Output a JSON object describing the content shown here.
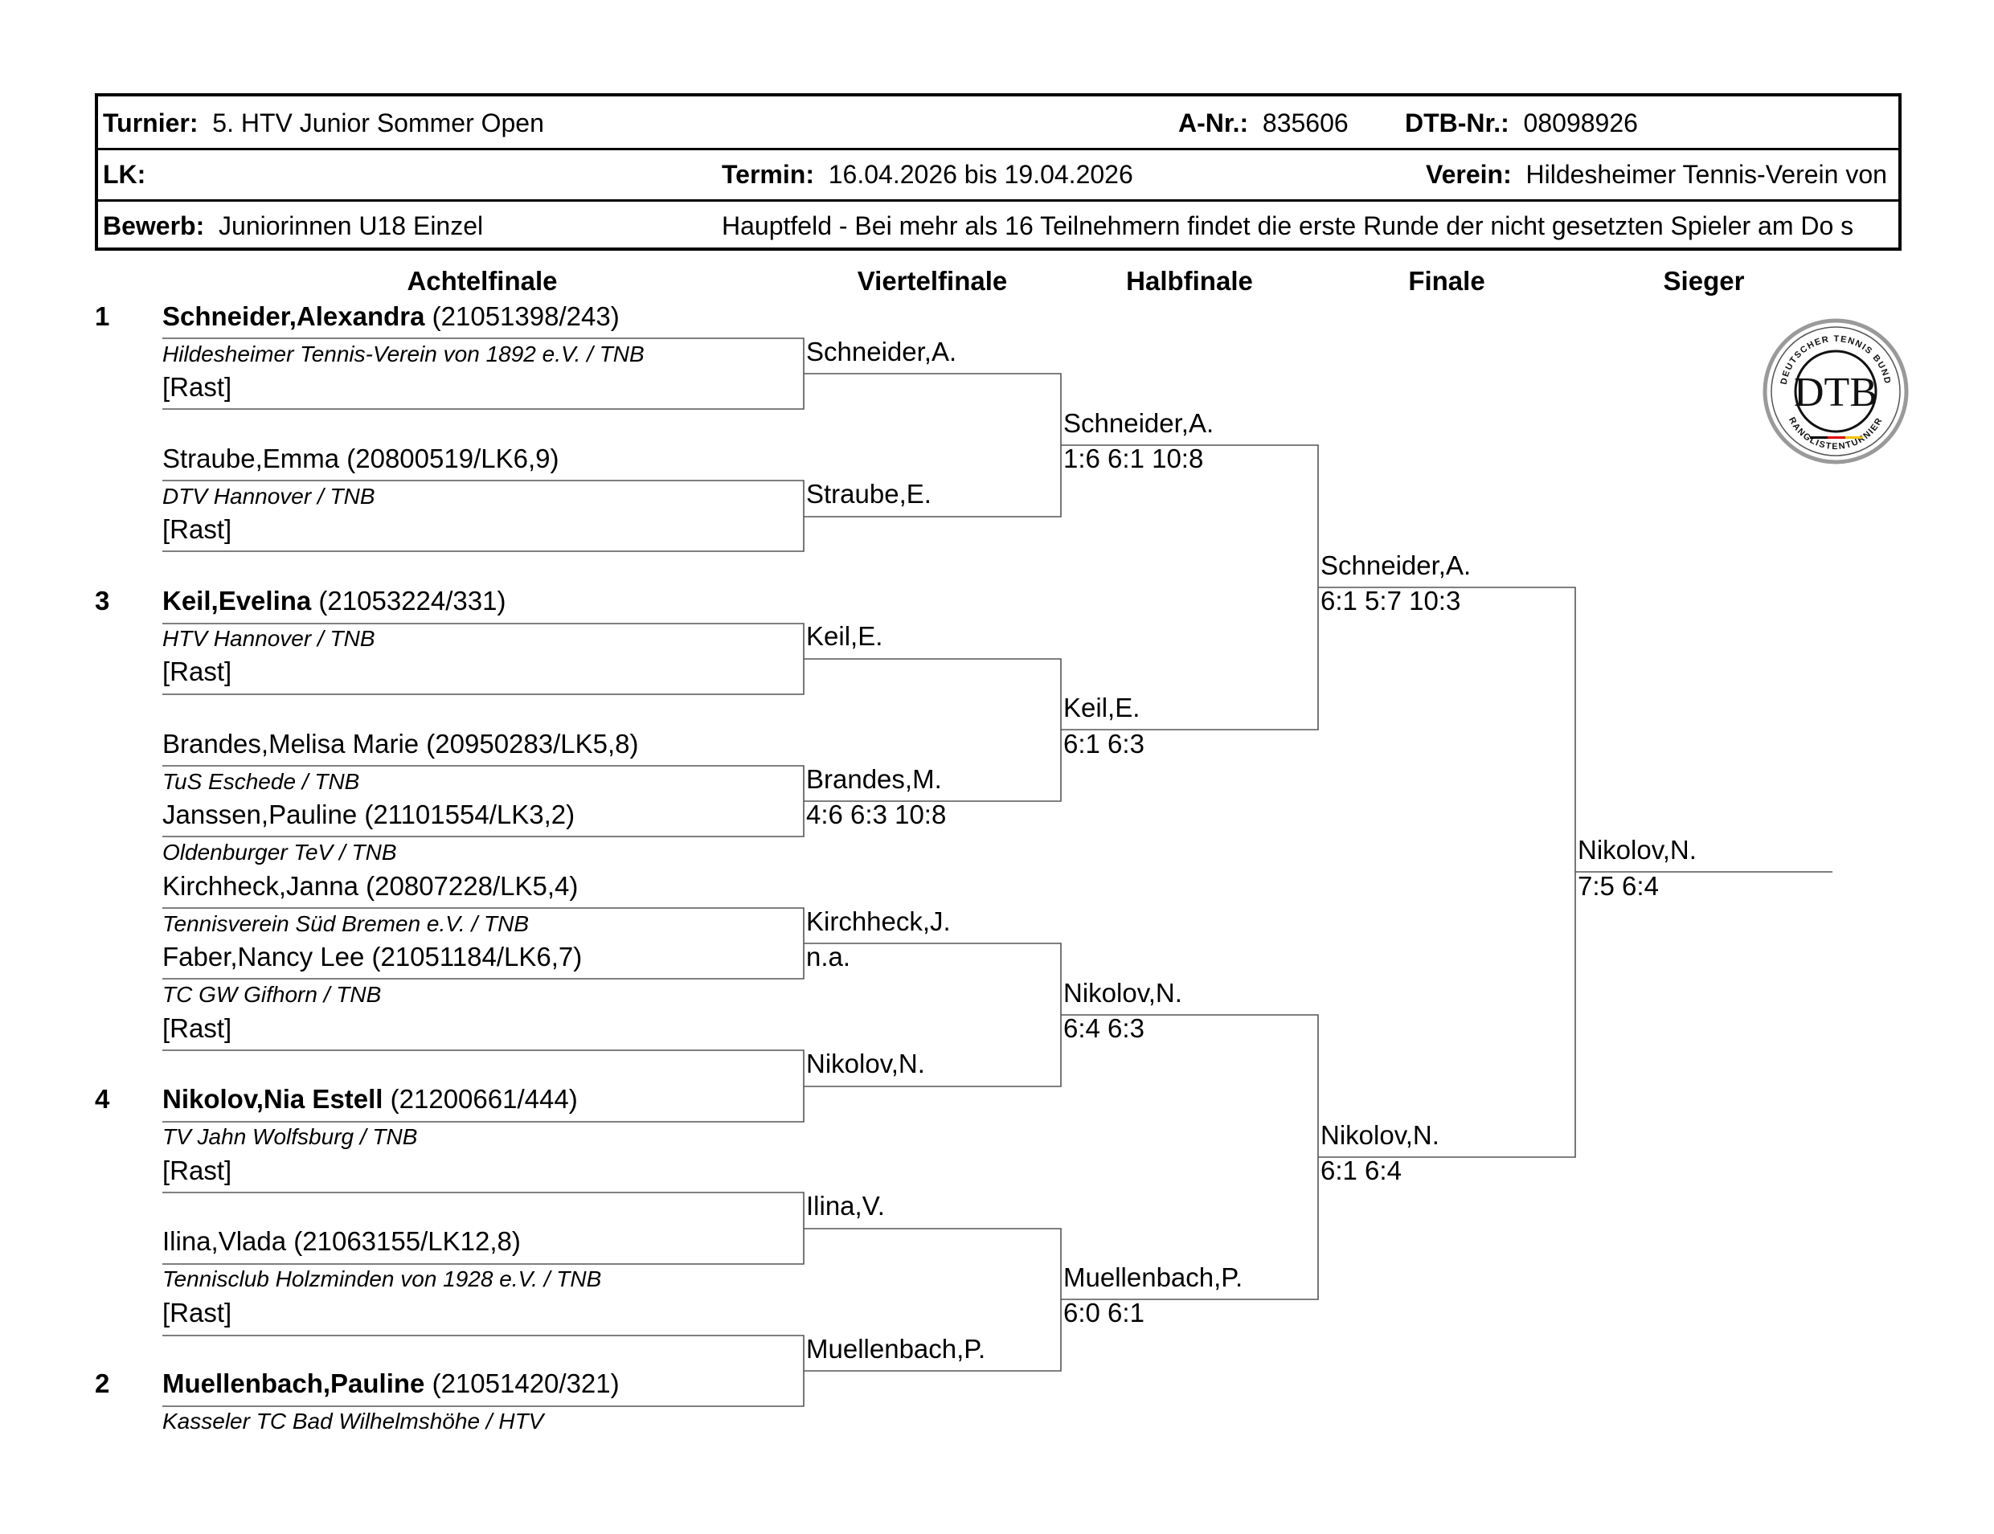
{
  "header": {
    "turnier_label": "Turnier:",
    "turnier_value": "5. HTV Junior Sommer Open",
    "anr_label": "A-Nr.:",
    "anr_value": "835606",
    "dtb_label": "DTB-Nr.:",
    "dtb_value": "08098926",
    "lk_label": "LK:",
    "termin_label": "Termin:",
    "termin_value": "16.04.2026 bis 19.04.2026",
    "verein_label": "Verein:",
    "verein_value": "Hildesheimer Tennis-Verein von",
    "bewerb_label": "Bewerb:",
    "bewerb_value": "Juniorinnen U18 Einzel",
    "info_text": "Hauptfeld  - Bei mehr als 16 Teilnehmern findet die erste Runde der nicht gesetzten Spieler am Do s"
  },
  "columns": [
    "Achtelfinale",
    "Viertelfinale",
    "Halbfinale",
    "Finale",
    "Sieger"
  ],
  "logo": {
    "text_top": "DEUTSCHER TENNIS BUND",
    "text_bottom": "RANGLISTENTURNIER",
    "initials": "DTB"
  },
  "achtelfinale": [
    {
      "seed": "1",
      "name_bold": "Schneider,Alexandra",
      "name_rest": " (21051398/243)",
      "club": "Hildesheimer Tennis-Verein von 1892 e.V. / TNB"
    },
    {
      "name": "[Rast]"
    },
    {
      "name": "Straube,Emma (20800519/LK6,9)",
      "club": "DTV Hannover / TNB"
    },
    {
      "name": "[Rast]"
    },
    {
      "seed": "3",
      "name_bold": "Keil,Evelina",
      "name_rest": " (21053224/331)",
      "club": "HTV Hannover / TNB"
    },
    {
      "name": "[Rast]"
    },
    {
      "name": "Brandes,Melisa Marie (20950283/LK5,8)",
      "club": "TuS Eschede / TNB"
    },
    {
      "name": "Janssen,Pauline (21101554/LK3,2)",
      "club": "Oldenburger TeV / TNB"
    },
    {
      "name": "Kirchheck,Janna (20807228/LK5,4)",
      "club": "Tennisverein Süd Bremen e.V. / TNB"
    },
    {
      "name": "Faber,Nancy Lee (21051184/LK6,7)",
      "club": "TC GW Gifhorn / TNB"
    },
    {
      "name": "[Rast]"
    },
    {
      "seed": "4",
      "name_bold": "Nikolov,Nia Estell",
      "name_rest": " (21200661/444)",
      "club": "TV Jahn Wolfsburg / TNB"
    },
    {
      "name": "[Rast]"
    },
    {
      "name": "Ilina,Vlada (21063155/LK12,8)",
      "club": "Tennisclub Holzminden von 1928 e.V. / TNB"
    },
    {
      "name": "[Rast]"
    },
    {
      "seed": "2",
      "name_bold": "Muellenbach,Pauline",
      "name_rest": " (21051420/321)",
      "club": "Kasseler TC Bad Wilhelmshöhe / HTV"
    }
  ],
  "viertelfinale": [
    {
      "name": "Schneider,A.",
      "score": ""
    },
    {
      "name": "Straube,E.",
      "score": ""
    },
    {
      "name": "Keil,E.",
      "score": ""
    },
    {
      "name": "Brandes,M.",
      "score": "4:6 6:3 10:8"
    },
    {
      "name": "Kirchheck,J.",
      "score": "n.a."
    },
    {
      "name": "Nikolov,N.",
      "score": ""
    },
    {
      "name": "Ilina,V.",
      "score": ""
    },
    {
      "name": "Muellenbach,P.",
      "score": ""
    }
  ],
  "halbfinale": [
    {
      "name": "Schneider,A.",
      "score": "1:6 6:1 10:8"
    },
    {
      "name": "Keil,E.",
      "score": "6:1 6:3"
    },
    {
      "name": "Nikolov,N.",
      "score": "6:4 6:3"
    },
    {
      "name": "Muellenbach,P.",
      "score": "6:0 6:1"
    }
  ],
  "finale": [
    {
      "name": "Schneider,A.",
      "score": "6:1 5:7 10:3"
    },
    {
      "name": "Nikolov,N.",
      "score": "6:1 6:4"
    }
  ],
  "sieger": {
    "name": "Nikolov,N.",
    "score": "7:5 6:4"
  }
}
